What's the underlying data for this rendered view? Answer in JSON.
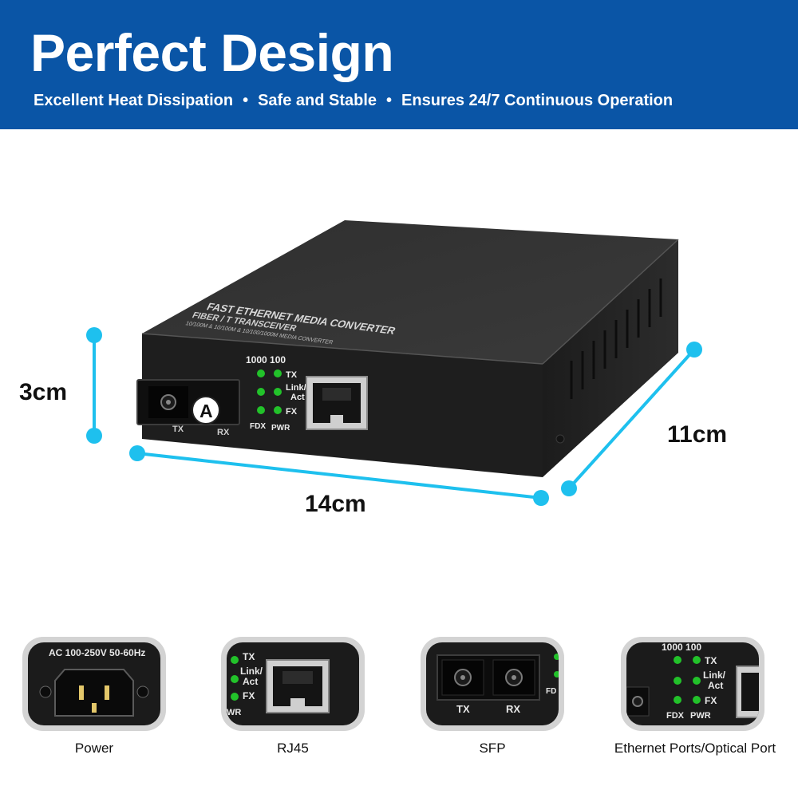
{
  "banner": {
    "title": "Perfect Design",
    "features": [
      "Excellent Heat Dissipation",
      "Safe and Stable",
      "Ensures 24/7 Continuous Operation"
    ],
    "separator": "•",
    "background_color": "#0a55a6"
  },
  "device": {
    "top_print_line1": "FAST ETHERNET MEDIA CONVERTER",
    "top_print_line2": "FIBER / T TRANSCEIVER",
    "top_print_line3": "10/100M & 10/100M & 10/100/1000M MEDIA CONVERTER",
    "led_header": "1000 100",
    "led_labels": {
      "tx": "TX",
      "link": "Link/",
      "act": "Act",
      "fx": "FX",
      "fdx": "FDX",
      "pwr": "PWR"
    },
    "port_labels": {
      "tx": "TX",
      "rx": "RX"
    },
    "badge": "A",
    "body_color": "#2a2a2a",
    "led_color": "#22c22a"
  },
  "dimensions": {
    "height": "3cm",
    "width": "14cm",
    "depth": "11cm",
    "marker_color": "#1ec0ee"
  },
  "thumbnails": [
    {
      "caption": "Power",
      "print": "AC 100-250V 50-60Hz",
      "icon": "iec-power-socket-icon"
    },
    {
      "caption": "RJ45",
      "labels": [
        "TX",
        "Link/",
        "Act",
        "FX",
        "WR"
      ],
      "icon": "rj45-port-icon"
    },
    {
      "caption": "SFP",
      "labels": [
        "TX",
        "RX",
        "FD"
      ],
      "icon": "sc-fiber-port-icon"
    },
    {
      "caption": "Ethernet Ports/Optical Port",
      "labels": [
        "1000 100",
        "TX",
        "Link/",
        "Act",
        "FX",
        "FDX",
        "PWR"
      ],
      "icon": "led-panel-icon"
    }
  ]
}
